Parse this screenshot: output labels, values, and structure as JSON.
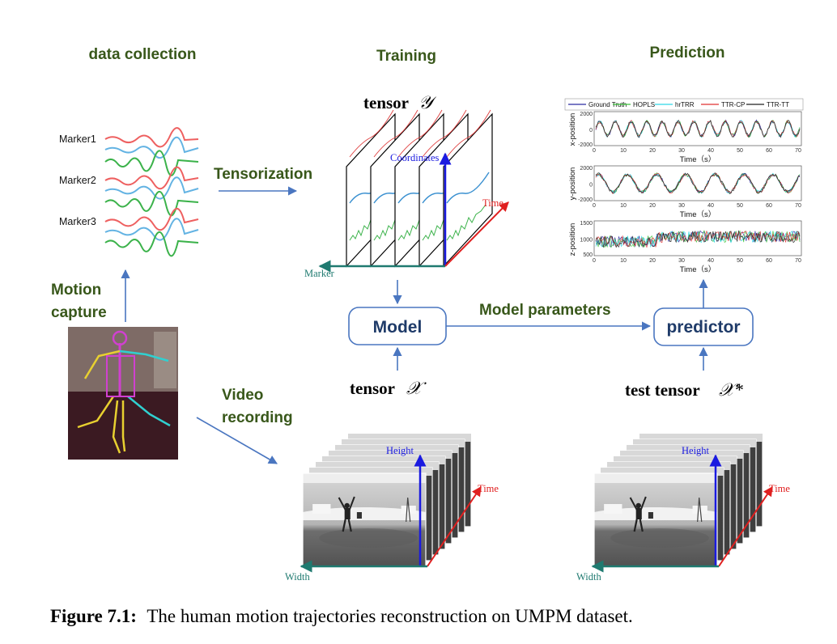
{
  "headers": {
    "data_collection": "data collection",
    "training": "Training",
    "prediction": "Prediction"
  },
  "markers": [
    "Marker1",
    "Marker2",
    "Marker3"
  ],
  "labels": {
    "tensorization": "Tensorization",
    "motion_capture_line1": "Motion",
    "motion_capture_line2": "capture",
    "video_recording_line1": "Video",
    "video_recording_line2": "recording",
    "model_parameters": "Model parameters"
  },
  "boxes": {
    "model": "Model",
    "predictor": "predictor"
  },
  "tensors": {
    "y_label": "tensor",
    "y_symbol": "𝒴",
    "x_label": "tensor",
    "x_symbol": "𝒳",
    "test_label": "test tensor",
    "test_symbol": "𝒳*"
  },
  "axes": {
    "coordinates": "Coordinates",
    "time": "Time",
    "marker": "Marker",
    "height": "Height",
    "width": "Width"
  },
  "prediction_plots": {
    "legend": [
      "Ground Truth",
      "HOPLS",
      "hrTRR",
      "TTR-CP",
      "TTR-TT"
    ],
    "legend_colors": [
      "#2a2aa0",
      "#3cc43c",
      "#2fd8e8",
      "#e03030",
      "#222222"
    ],
    "x_ticks": [
      "0",
      "10",
      "20",
      "30",
      "40",
      "50",
      "60",
      "70"
    ],
    "x_label": "Time（s）",
    "panels": [
      {
        "ylabel": "x-position",
        "yticks": [
          "2000",
          "0",
          "-2000"
        ]
      },
      {
        "ylabel": "y-position",
        "yticks": [
          "2000",
          "0",
          "-2000"
        ]
      },
      {
        "ylabel": "z-position",
        "yticks": [
          "1500",
          "1000",
          "500"
        ]
      }
    ]
  },
  "colors": {
    "header_green": "#38571a",
    "box_border": "#4a76c0",
    "arrow_blue": "#4a76c0",
    "axis_blue": "#1a1ae0",
    "axis_red": "#e02020",
    "axis_teal": "#1f7a70"
  },
  "caption": {
    "prefix": "Figure 7.1:",
    "text": "The human motion trajectories reconstruction on UMPM dataset."
  }
}
